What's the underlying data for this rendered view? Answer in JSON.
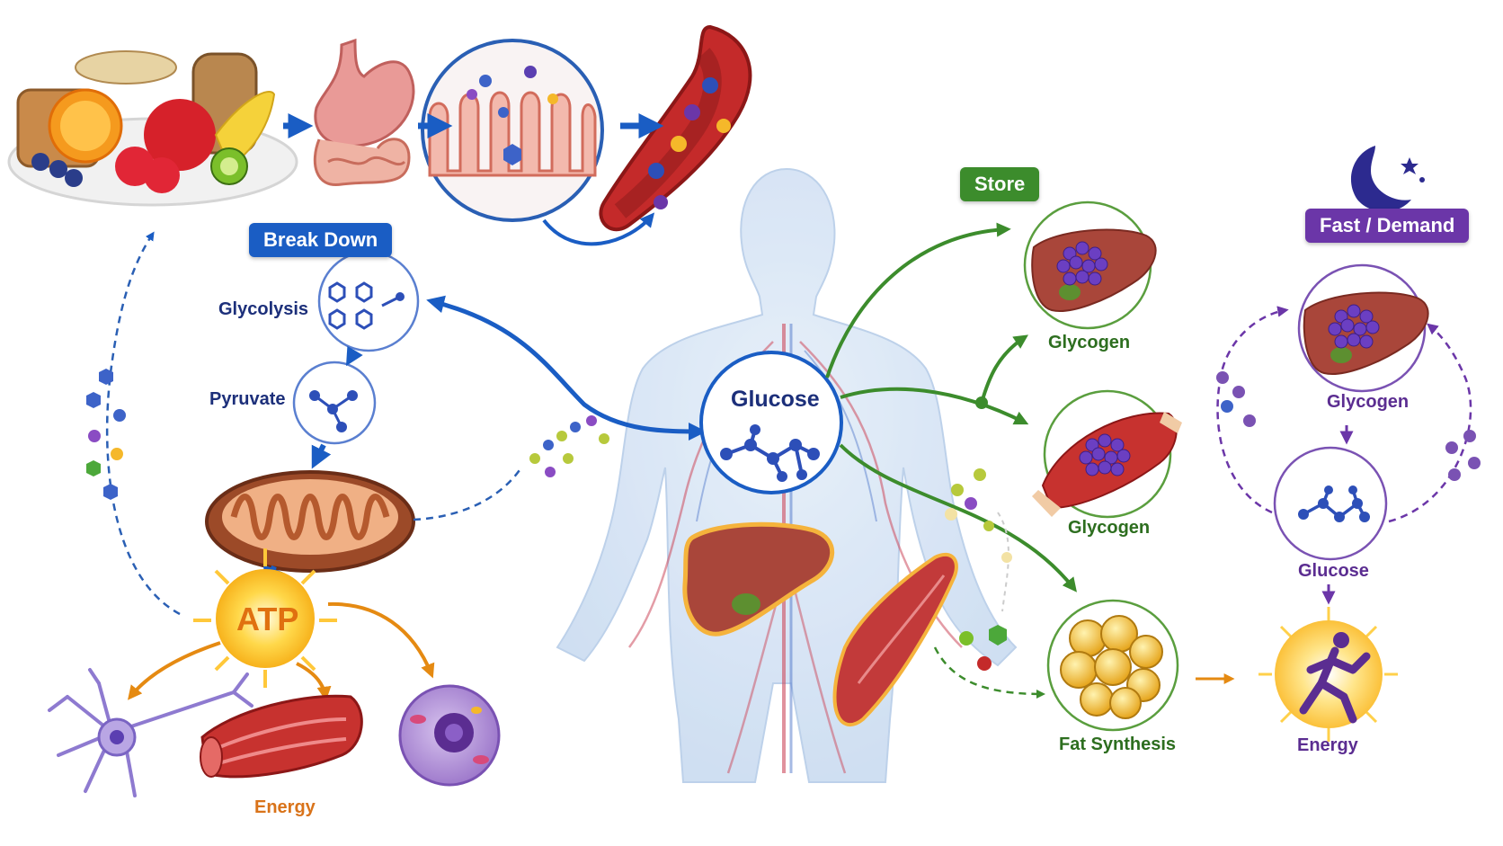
{
  "colors": {
    "blue": "#1a5dc4",
    "green": "#3c8c2c",
    "purple": "#6b36a8",
    "orange": "#e58a12",
    "label_navy": "#1c2f7a",
    "label_green": "#2d6e1f",
    "label_purple": "#5b2d91",
    "label_orange": "#d9731a"
  },
  "badges": {
    "break_down": "Break Down",
    "store": "Store",
    "fast_demand": "Fast / Demand"
  },
  "labels": {
    "glycolysis": "Glycolysis",
    "pyruvate": "Pyruvate",
    "atp": "ATP",
    "energy_left": "Energy",
    "glucose_center": "Glucose",
    "glycogen_liver": "Glycogen",
    "glycogen_muscle": "Glycogen",
    "fat_synthesis": "Fat Synthesis",
    "glycogen_fast": "Glycogen",
    "glucose_fast": "Glucose",
    "energy_right": "Energy"
  },
  "icons": {
    "food": "food-plate-icon",
    "stomach": "stomach-intestine-icon",
    "villi": "intestinal-villi-icon",
    "vessel": "blood-vessel-icon",
    "body": "human-body-icon",
    "mitochondrion": "mitochondrion-icon",
    "sun": "atp-sun-icon",
    "neuron": "neuron-icon",
    "muscle_fiber": "muscle-fiber-icon",
    "cell": "cell-icon",
    "liver": "liver-icon",
    "muscle": "muscle-icon",
    "fat": "fat-cells-icon",
    "moon": "moon-icon",
    "runner": "runner-icon"
  }
}
